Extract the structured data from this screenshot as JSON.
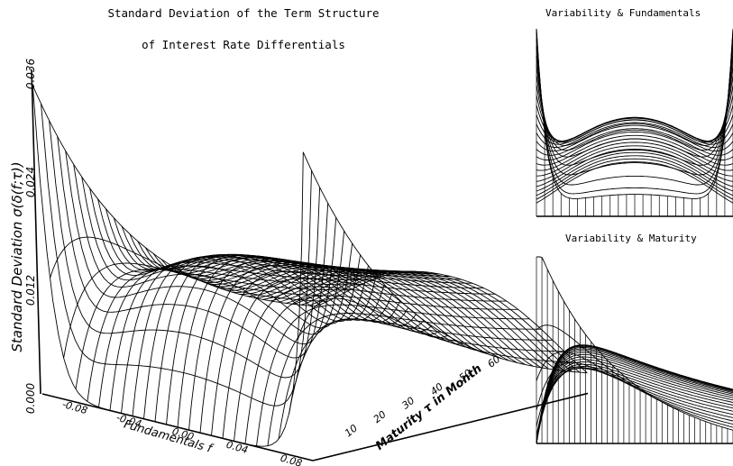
{
  "main": {
    "title_line1": "Standard Deviation of the Term Structure",
    "title_line2": "of Interest Rate Differentials"
  },
  "panels": {
    "top_right_title": "Variability & Fundamentals",
    "bottom_right_title": "Variability & Maturity"
  },
  "chart_data": [
    {
      "type": "surface",
      "title": "Standard Deviation of the Term Structure of Interest Rate Differentials",
      "xlabel": "Fundamentals f",
      "ylabel": "Maturity τ in Month",
      "zlabel": "Standard Deviation σ(δ(f;τ))",
      "x_ticks": [
        "-0.08",
        "-0.04",
        "0.00",
        "0.04",
        "0.08"
      ],
      "y_ticks": [
        "10",
        "20",
        "30",
        "40",
        "50",
        "60"
      ],
      "z_ticks": [
        "0.000",
        "0.012",
        "0.024",
        "0.036"
      ],
      "xlim": [
        -0.1,
        0.1
      ],
      "ylim": [
        0,
        60
      ],
      "zlim": [
        0,
        0.036
      ],
      "grid": false,
      "series": [
        {
          "name": "",
          "f": -0.1,
          "values_by_tau": [
            0.036,
            0.029,
            0.023,
            0.018,
            0.014,
            0.011,
            0.009
          ]
        },
        {
          "name": "",
          "f": 0.0,
          "values_by_tau": [
            0.0,
            0.012,
            0.014,
            0.012,
            0.01,
            0.008,
            0.007
          ]
        },
        {
          "name": "",
          "f": 0.1,
          "values_by_tau": [
            0.036,
            0.029,
            0.023,
            0.018,
            0.014,
            0.011,
            0.009
          ]
        }
      ],
      "tau_samples": [
        0,
        10,
        20,
        30,
        40,
        50,
        60
      ]
    },
    {
      "type": "line",
      "title": "Variability & Fundamentals",
      "description_axis": "fundamentals",
      "xlim": [
        -0.1,
        0.1
      ]
    },
    {
      "type": "line",
      "title": "Variability & Maturity",
      "description_axis": "maturity",
      "xlim": [
        0,
        60
      ]
    }
  ]
}
